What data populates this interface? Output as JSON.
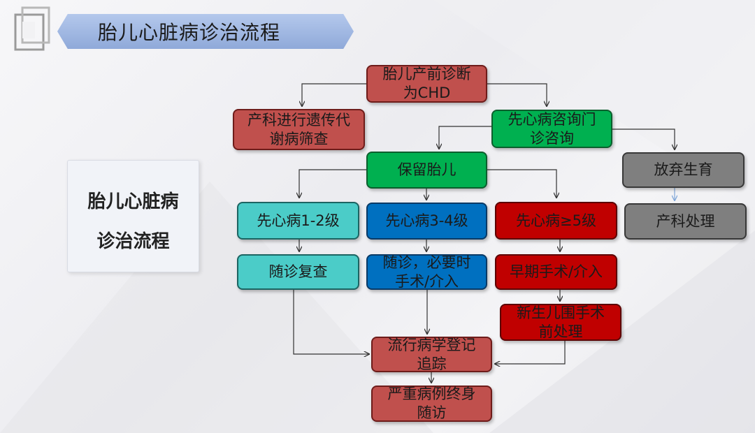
{
  "header": {
    "title": "胎儿心脏病诊治流程"
  },
  "side_card": {
    "line1": "胎儿心脏病",
    "line2": "诊治流程"
  },
  "nodes": {
    "prenatal_diagnosis": "胎儿产前诊断\n为CHD",
    "genetic_screening": "产科进行遗传代\n谢病筛查",
    "chd_clinic": "先心病咨询门\n诊咨询",
    "keep_fetus": "保留胎儿",
    "terminate": "放弃生育",
    "obstetric_handling": "产科处理",
    "grade_1_2": "先心病1-2级",
    "grade_3_4": "先心病3-4级",
    "grade_5_plus": "先心病≥5级",
    "follow_up_review": "随诊复查",
    "follow_up_surgery": "随诊，必要时\n手术/介入",
    "early_surgery": "早期手术/介入",
    "neonatal_periop": "新生儿围手术\n前处理",
    "registry_tracking": "流行病学登记\n追踪",
    "lifelong_followup": "严重病例终身\n随访"
  },
  "colors": {
    "red": "#c0504d",
    "green": "#00b050",
    "gray": "#7f7f7f",
    "teal": "#4bccc8",
    "blue": "#0070c0",
    "dark_red": "#c00000",
    "banner": "#9ab3e0"
  }
}
